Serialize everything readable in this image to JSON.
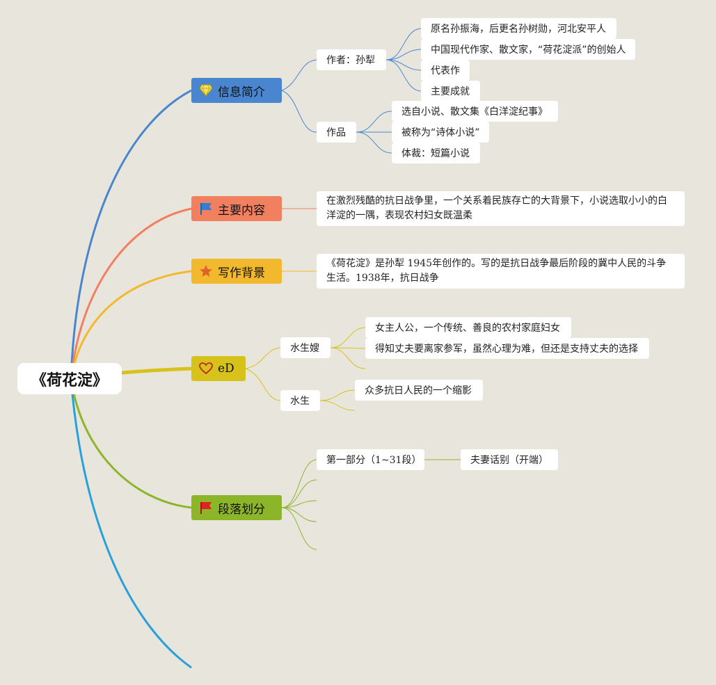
{
  "root": {
    "title": "《荷花淀》"
  },
  "branches": {
    "info": {
      "label": "信息简介",
      "icon": "gem-icon",
      "color": "#4a86d0",
      "author": {
        "label": "作者：孙犁",
        "items": [
          "原名孙振海，后更名孙树勋，河北安平人",
          "中国现代作家、散文家，“荷花淀派”的创始人",
          "代表作",
          "主要成就"
        ]
      },
      "works": {
        "label": "作品",
        "items": [
          "选自小说、散文集《白洋淀纪事》",
          "被称为“诗体小说”",
          "体裁：短篇小说"
        ]
      }
    },
    "content": {
      "label": "主要内容",
      "icon": "blue-flag-icon",
      "color": "#f08060",
      "text": "在激烈残酷的抗日战争里，一个关系着民族存亡的大背景下，小说选取小小的白洋淀的一隅，表现农村妇女既温柔"
    },
    "background": {
      "label": "写作背景",
      "icon": "star-icon",
      "color": "#f2b92e",
      "text": "《荷花淀》是孙犁 1945年创作的。写的是抗日战争最后阶段的冀中人民的斗争生活。1938年，抗日战争"
    },
    "characters": {
      "label": "eD",
      "icon": "heart-icon",
      "color": "#d6c21a",
      "shuisheng_sao": {
        "label": "水生嫂",
        "items": [
          "女主人公，一个传统、善良的农村家庭妇女",
          "得知丈夫要离家参军，虽然心理为难，但还是支持丈夫的选择"
        ]
      },
      "shuisheng": {
        "label": "水生",
        "items": [
          "众多抗日人民的一个缩影"
        ]
      }
    },
    "paragraphs": {
      "label": "段落划分",
      "icon": "red-flag-icon",
      "color": "#8db52a",
      "part1": {
        "label": "第一部分（1~31段）",
        "child": "夫妻话别（开端）"
      }
    },
    "extra": {
      "color": "#27a0dc"
    }
  }
}
